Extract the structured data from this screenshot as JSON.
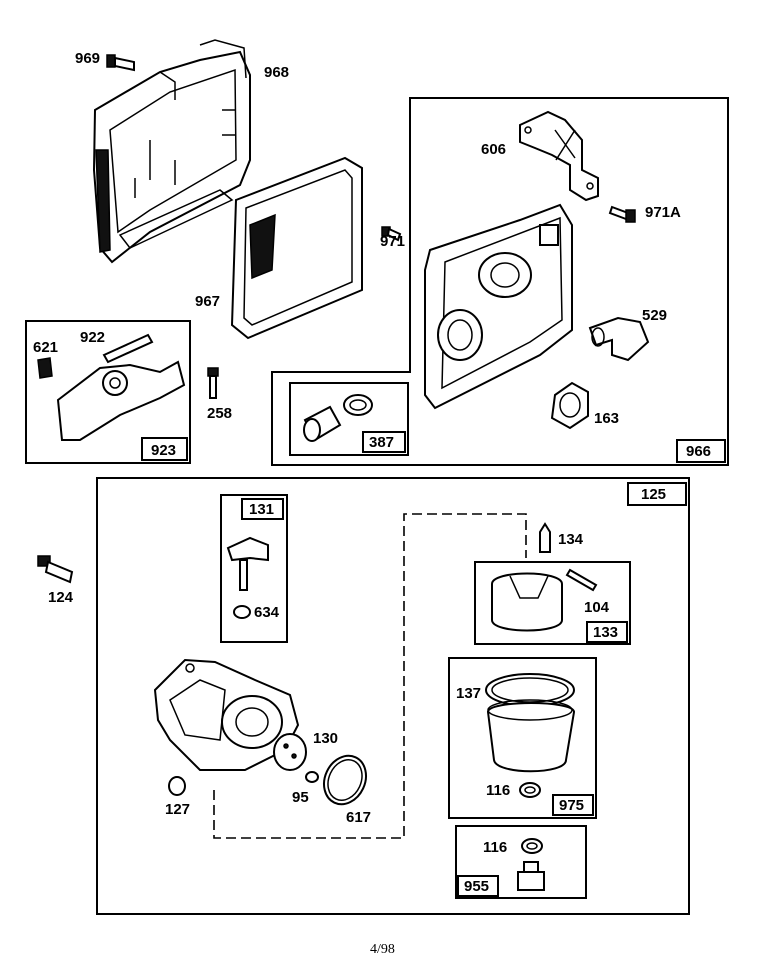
{
  "parts": [
    {
      "id": "p969",
      "label": "969"
    },
    {
      "id": "p968",
      "label": "968"
    },
    {
      "id": "p606",
      "label": "606"
    },
    {
      "id": "p971A",
      "label": "971A"
    },
    {
      "id": "p971",
      "label": "971"
    },
    {
      "id": "p967",
      "label": "967"
    },
    {
      "id": "p529",
      "label": "529"
    },
    {
      "id": "p621",
      "label": "621"
    },
    {
      "id": "p922",
      "label": "922"
    },
    {
      "id": "p258",
      "label": "258"
    },
    {
      "id": "p163",
      "label": "163"
    },
    {
      "id": "p134",
      "label": "134"
    },
    {
      "id": "p124",
      "label": "124"
    },
    {
      "id": "p634",
      "label": "634"
    },
    {
      "id": "p104",
      "label": "104"
    },
    {
      "id": "p137",
      "label": "137"
    },
    {
      "id": "p130",
      "label": "130"
    },
    {
      "id": "p95",
      "label": "95"
    },
    {
      "id": "p127",
      "label": "127"
    },
    {
      "id": "p116a",
      "label": "116"
    },
    {
      "id": "p617",
      "label": "617"
    },
    {
      "id": "p116b",
      "label": "116"
    }
  ],
  "kits": [
    {
      "id": "k923",
      "label": "923"
    },
    {
      "id": "k387",
      "label": "387"
    },
    {
      "id": "k966",
      "label": "966"
    },
    {
      "id": "k125",
      "label": "125"
    },
    {
      "id": "k131",
      "label": "131"
    },
    {
      "id": "k133",
      "label": "133"
    },
    {
      "id": "k975",
      "label": "975"
    },
    {
      "id": "k955",
      "label": "955"
    }
  ],
  "footer": {
    "page": "4/98"
  }
}
